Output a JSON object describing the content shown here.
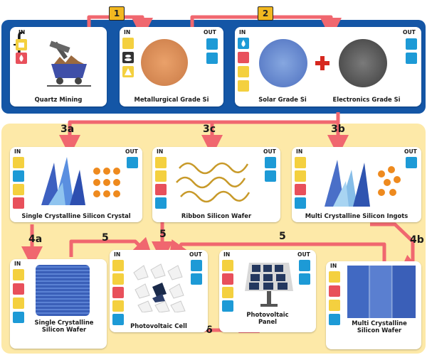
{
  "steps": {
    "s1": "1",
    "s2": "2",
    "s3a": "3a",
    "s3b": "3b",
    "s3c": "3c",
    "s4a": "4a",
    "s4b": "4b",
    "s5a": "5",
    "s5b": "5",
    "s5c": "5",
    "s6": "6"
  },
  "labels": {
    "in": "IN",
    "out": "OUT"
  },
  "nodes": {
    "quartz": "Quartz Mining",
    "metallurgical": "Metallurgical Grade Si",
    "solar": "Solar Grade Si",
    "electronics": "Electronics Grade Si",
    "single_crystal": "Single Crystalline Silicon Crystal",
    "ribbon": "Ribbon Silicon Wafer",
    "multi_ingots": "Multi Crystalline Silicon Ingots",
    "single_wafer": "Single Crystalline\nSilicon Wafer",
    "pv_cell": "Photovoltaic Cell",
    "pv_panel": "Photovoltaic\nPanel",
    "multi_wafer": "Multi Crystalline\nSilicon Wafer"
  },
  "icons": [
    "robot-icon",
    "fire-icon",
    "warning-icon",
    "water-drop-icon",
    "database-icon",
    "factory-icon",
    "stones-icon"
  ],
  "colors": {
    "top_band": "#1456a6",
    "bottom_band": "#fde9a8",
    "arrow": "#f0676f",
    "step_badge": "#f2b820",
    "plus": "#d6281f"
  }
}
